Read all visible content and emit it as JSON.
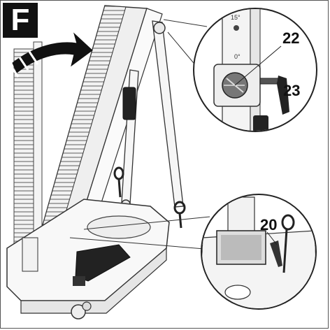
{
  "figure": {
    "label": "F"
  },
  "callouts": {
    "c22": "22",
    "c23": "23",
    "c20": "20"
  },
  "scale": {
    "mark_15": "15°",
    "mark_0": "0°"
  },
  "colors": {
    "ink": "#111111",
    "line": "#333333",
    "bg": "#ffffff"
  }
}
